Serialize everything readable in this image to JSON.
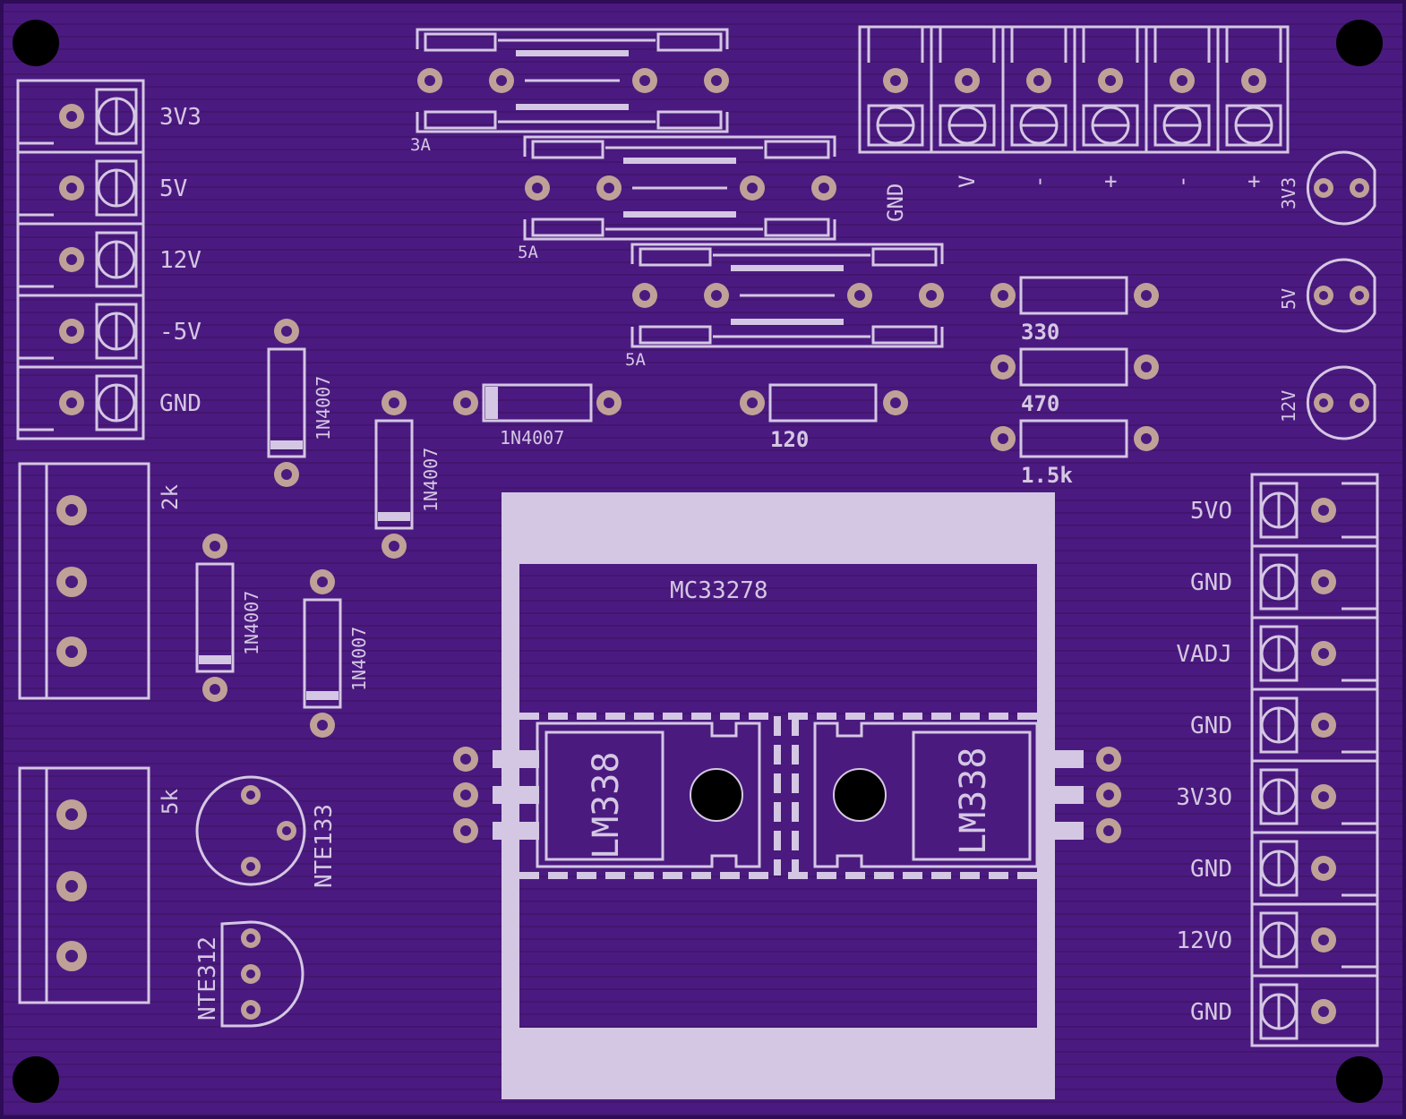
{
  "colors": {
    "board": "#4a1a7f",
    "board_edge": "#2f0c57",
    "silk": "#d4c7e3",
    "pad_copper": "#c0a198",
    "hole": "#000000"
  },
  "labels": {
    "left_terminals": [
      "3V3",
      "5V",
      "12V",
      "-5V",
      "GND"
    ],
    "right_terminals": [
      "5VO",
      "GND",
      "VADJ",
      "GND",
      "3V3O",
      "GND",
      "12VO",
      "GND"
    ],
    "top_terminals": [
      "GND",
      "V",
      "-",
      "+",
      "-",
      "+"
    ],
    "leds": [
      "3V3",
      "5V",
      "12V"
    ],
    "fuses": [
      "3A",
      "5A",
      "5A"
    ],
    "resistors": [
      "330",
      "470",
      "1.5k",
      "120"
    ],
    "diodes": [
      "1N4007",
      "1N4007",
      "1N4007",
      "1N4007",
      "1N4007"
    ],
    "pots": [
      "2k",
      "5k"
    ],
    "transistors": [
      "NTE133",
      "NTE312"
    ],
    "heatsink": "MC33278",
    "regulators": [
      "LM338",
      "LM338"
    ]
  }
}
